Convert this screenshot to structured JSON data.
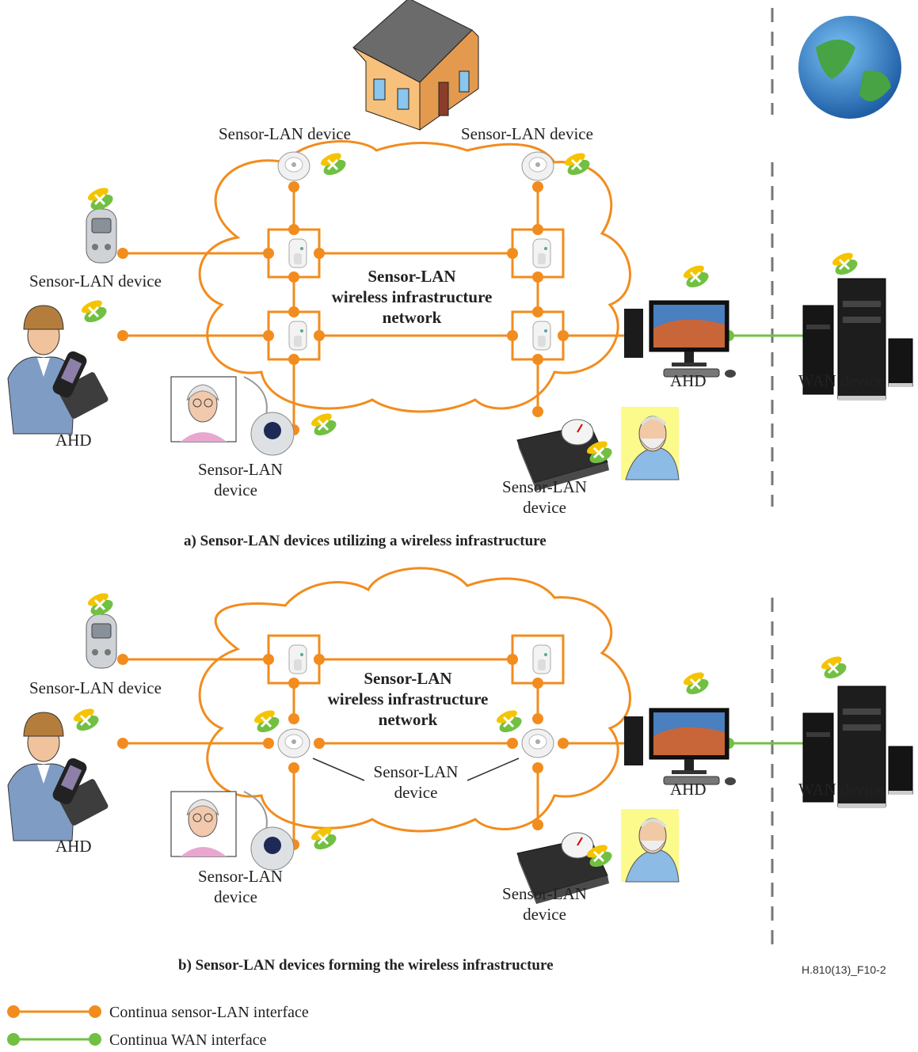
{
  "panel_a": {
    "caption": "a) Sensor-LAN devices utilizing a wireless infrastructure",
    "network_label": [
      "Sensor-LAN",
      "wireless infrastructure",
      "network"
    ],
    "labels": {
      "top_left": "Sensor-LAN device",
      "top_right": "Sensor-LAN device",
      "left_glucometer": "Sensor-LAN device",
      "ahd_left": "AHD",
      "alarm_bottom": [
        "Sensor-LAN",
        "device"
      ],
      "scale_bottom": [
        "Sensor-LAN",
        "device"
      ],
      "ahd_right": "AHD",
      "wan": "WAN device"
    }
  },
  "panel_b": {
    "caption": "b) Sensor-LAN devices forming the wireless infrastructure",
    "network_label": [
      "Sensor-LAN",
      "wireless infrastructure",
      "network"
    ],
    "labels": {
      "left_glucometer": "Sensor-LAN device",
      "ahd_left": "AHD",
      "center_device": [
        "Sensor-LAN",
        "device"
      ],
      "alarm_bottom": [
        "Sensor-LAN",
        "device"
      ],
      "scale_bottom": [
        "Sensor-LAN",
        "device"
      ],
      "ahd_right": "AHD",
      "wan": "WAN device"
    }
  },
  "figure_ref": "H.810(13)_F10-2",
  "legend": [
    {
      "label": "Continua sensor-LAN interface",
      "color": "#f28c1e"
    },
    {
      "label": "Continua WAN interface",
      "color": "#72c043"
    }
  ],
  "colors": {
    "orange": "#f28c1e",
    "green": "#72c043",
    "logo_yellow": "#f5c400"
  }
}
